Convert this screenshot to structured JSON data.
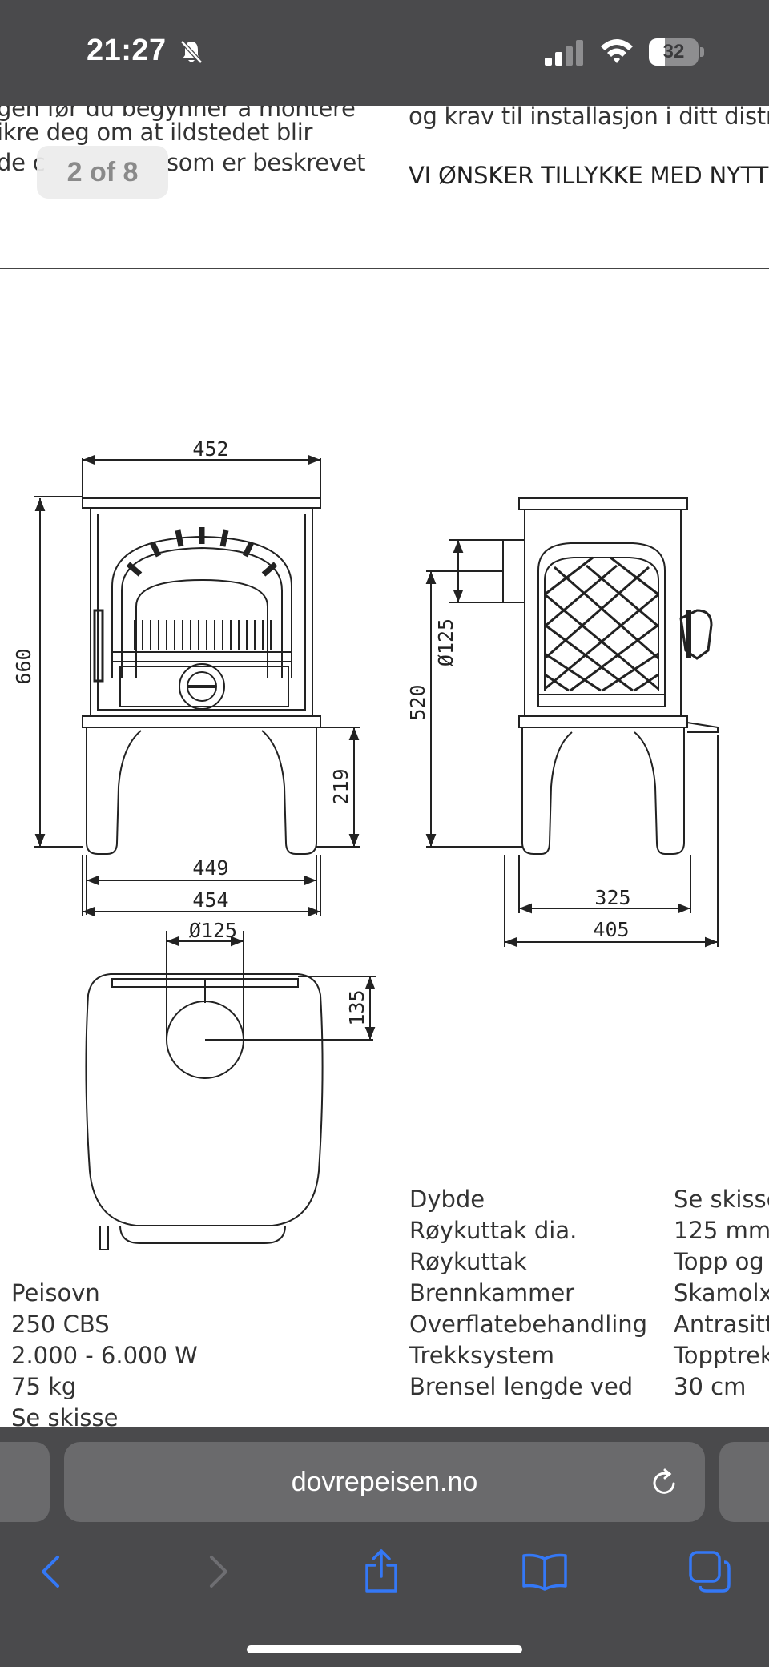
{
  "status_bar": {
    "time": "21:27",
    "battery_level": "32",
    "battery_fraction": 0.32,
    "icons": [
      "bell-slash-icon",
      "signal-icon",
      "wifi-icon",
      "battery-icon"
    ],
    "color": "#4a4a4c"
  },
  "document": {
    "left_lines": [
      "gen før du begynner å montere",
      "ikre deg om at ildstedet blir",
      "de c",
      "som er beskrevet"
    ],
    "right_lines": [
      "og krav til installasjon i ditt distrikt.",
      "VI ØNSKER TILLYKKE MED NYTT"
    ],
    "page_indicator": "2 of 8",
    "dimensions": {
      "front_top_width": "452",
      "front_height": "660",
      "front_leg_height": "219",
      "front_base_inner": "449",
      "front_base_outer": "454",
      "side_flue_diameter": "Ø125",
      "side_flue_height": "520",
      "side_leg_width": "325",
      "side_depth": "405",
      "top_flue_diameter": "Ø125",
      "top_flue_offset": "135"
    },
    "specs": {
      "left_values": [
        "Peisovn",
        "250 CBS",
        "2.000 - 6.000 W",
        "75 kg",
        "Se skisse"
      ],
      "labels": [
        "Dybde",
        "Røykuttak dia.",
        "Røykuttak",
        "Brennkammer",
        "Overflatebehandling",
        "Trekksystem",
        "Brensel lengde ved"
      ],
      "right_values": [
        "Se skisse",
        "125 mm",
        "Topp og",
        "Skamolx",
        "Antrasittg",
        "Topptrekk",
        "30 cm"
      ]
    }
  },
  "browser": {
    "url": "dovrepeisen.no",
    "icons": [
      "reload-icon",
      "back-icon",
      "forward-icon",
      "share-icon",
      "bookmarks-icon",
      "tabs-icon"
    ],
    "accent": "#3478f6"
  }
}
